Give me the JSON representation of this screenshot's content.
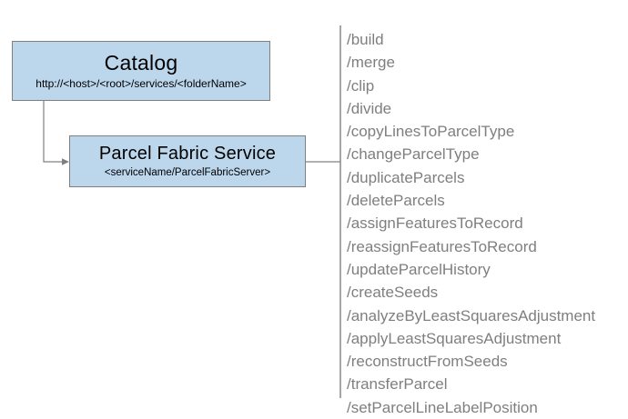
{
  "diagram": {
    "catalog": {
      "title": "Catalog",
      "url": "http://<host>/<root>/services/<folderName>"
    },
    "service": {
      "title": "Parcel Fabric Service",
      "path": "<serviceName/ParcelFabricServer>"
    },
    "operations": [
      "/build",
      "/merge",
      "/clip",
      "/divide",
      "/copyLinesToParcelType",
      "/changeParcelType",
      "/duplicateParcels",
      "/deleteParcels",
      "/assignFeaturesToRecord",
      "/reassignFeaturesToRecord",
      "/updateParcelHistory",
      "/createSeeds",
      "/analyzeByLeastSquaresAdjustment",
      "/applyLeastSquaresAdjustment",
      "/reconstructFromSeeds",
      "/transferParcel",
      "/setParcelLineLabelPosition"
    ],
    "colors": {
      "box_fill": "#bcd6ec",
      "box_border": "#7f7f7f",
      "connector": "#808080",
      "operation_text": "#7f7f7f"
    }
  }
}
